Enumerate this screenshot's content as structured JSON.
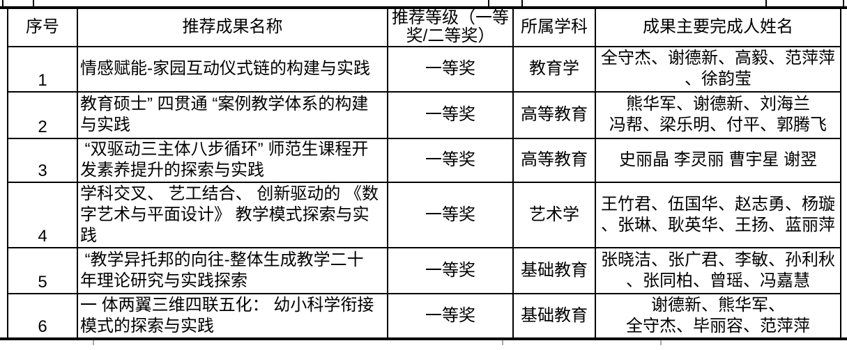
{
  "table": {
    "header": {
      "index": "序号",
      "name": "推荐成果名称",
      "grade": "推荐等级（一等\n奖/二等奖）",
      "subject": "所属学科",
      "authors": "成果主要完成人姓名"
    },
    "rows": [
      {
        "index": "1",
        "name": "情感赋能-家园互动仪式链的构建与实践",
        "grade": "一等奖",
        "subject": "教育学",
        "authors": "全守杰、谢德新、高毅、范萍萍\n、徐韵莹"
      },
      {
        "index": "2",
        "name": "教育硕士” 四贯通 “案例教学体系的构建\n与实践",
        "grade": "一等奖",
        "subject": "高等教育",
        "authors": "熊华军、谢德新、刘海兰\n冯帮、梁乐明、付平、郭腾飞"
      },
      {
        "index": "3",
        "name": " “双驱动三主体八步循环” 师范生课程开\n发素养提升的探索与实践",
        "grade": "一等奖",
        "subject": "高等教育",
        "authors": "史丽晶 李灵丽 曹宇星 谢翌"
      },
      {
        "index": "4",
        "name": "学科交叉、 艺工结合、 创新驱动的 《数\n字艺术与平面设计》 教学模式探索与实\n践",
        "grade": "一等奖",
        "subject": "艺术学",
        "authors": "王竹君、伍国华、赵志勇、杨璇\n、张琳、耿英华、王扬、蓝丽萍"
      },
      {
        "index": "5",
        "name": " “教学异托邦的向往-整体生成教学二十\n年理论研究与实践探索",
        "grade": "一等奖",
        "subject": "基础教育",
        "authors": "张晓洁、张广君、李敏、孙利秋\n、张同柏、曾瑶、冯嘉慧"
      },
      {
        "index": "6",
        "name": "一 体两翼三维四联五化： 幼小科学衔接\n模式的探索与实践",
        "grade": "一等奖",
        "subject": "基础教育",
        "authors": "谢德新、熊华军、\n全守杰、毕丽容、范萍萍"
      }
    ],
    "colors": {
      "border": "#000000",
      "text": "#000000",
      "background": "#ffffff",
      "faint_line": "#a6a6a6"
    }
  }
}
